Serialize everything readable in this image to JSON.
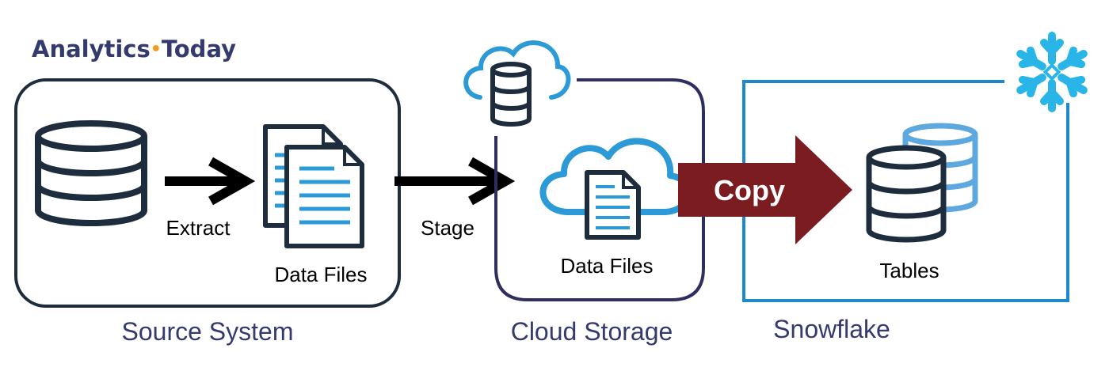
{
  "brand": {
    "word1": "Analytics",
    "dot": "•",
    "word2": "Today"
  },
  "colors": {
    "dark_navy": "#1e2d3d",
    "navy_text": "#353a6e",
    "box_source": "#1e2d3d",
    "box_cloud": "#2f2e60",
    "box_snowflake": "#1e88cc",
    "light_blue": "#2b9ad6",
    "snowflake_cyan": "#29b5e8",
    "copy_arrow": "#7a1c20",
    "brand_orange": "#f39a21"
  },
  "steps": {
    "extract": "Extract",
    "stage": "Stage",
    "copy": "Copy"
  },
  "items": {
    "source_files": "Data Files",
    "cloud_files": "Data Files",
    "tables": "Tables"
  },
  "sections": {
    "source": "Source System",
    "cloud": "Cloud Storage",
    "snowflake": "Snowflake"
  },
  "icons": {
    "source_db": "database-icon",
    "source_files": "documents-icon",
    "cloud_db": "cloud-database-icon",
    "cloud_file": "cloud-document-icon",
    "tables": "database-stack-icon",
    "logo": "snowflake-logo-icon"
  }
}
